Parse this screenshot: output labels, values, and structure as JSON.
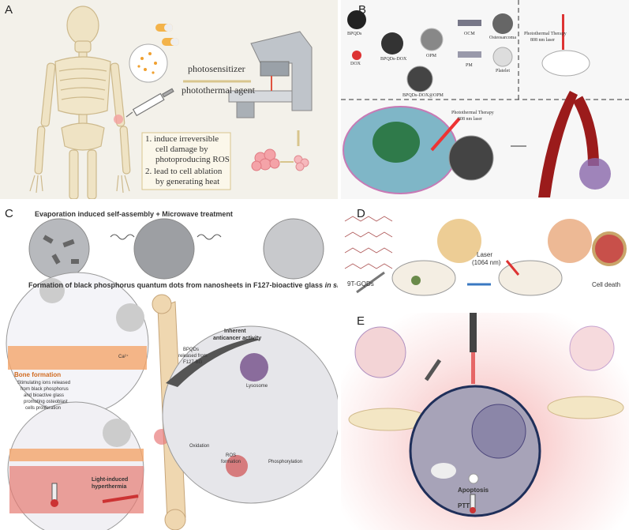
{
  "panels": {
    "A": {
      "label": "A",
      "photosensitizer": "photosensitizer",
      "photothermal_agent": "photothermal agent",
      "points": [
        "1.  induce irreversible",
        "cell damage by",
        "photoproducing ROS",
        "2.  lead to cell ablation",
        "by generating heat"
      ]
    },
    "B": {
      "label": "B",
      "bpqds": "BPQDs",
      "dox": "DOX",
      "bpqds_dox": "BPQDs-DOX",
      "opm": "OPM",
      "ocm": "OCM",
      "osteosarcoma": "Osteosarcoma",
      "pm": "PM",
      "platelet": "Platelet",
      "bpqds_dox_opm": "BPQDs-DOX@OPM",
      "ptt_top_1": "Photothermal Therapy",
      "ptt_top_2": "808 nm laser",
      "ptt_mid_1": "Photothermal Therapy",
      "ptt_mid_2": "808 nm laser"
    },
    "C": {
      "label": "C",
      "title": "Evaporation induced self-assembly + Microwave treatment",
      "subtitle_main": "Formation of black phosphorus quantum dots from nanosheets in F127-bioactive glass ",
      "subtitle_italic": "in situ",
      "bone_formation": "Bone formation",
      "bone_desc_1": "Stimulating ions released",
      "bone_desc_2": "from black phosphorus",
      "bone_desc_3": "and bioactive glass",
      "bone_desc_4": "promoting osteoblast",
      "bone_desc_5": "cells proliferation",
      "ca": "Ca²⁺",
      "inherent_1": "Inherent",
      "inherent_2": "anticancer activity",
      "bpqds_rel_1": "BPQDs",
      "bpqds_rel_2": "released from",
      "bpqds_rel_3": "F127-BG",
      "lysosome": "Lysosome",
      "oxidation": "Oxidation",
      "ros_1": "ROS",
      "ros_2": "formation",
      "phosphorylation": "Phosphorylation",
      "light_1": "Light-induced",
      "light_2": "hyperthermia"
    },
    "D": {
      "label": "D",
      "gqds": "9T-GQDs",
      "laser_1": "Laser",
      "laser_2": "(1064 nm)",
      "cell_death": "Cell death"
    },
    "E": {
      "label": "E",
      "apoptosis": "Apoptosis",
      "ptt": "PTT"
    }
  }
}
